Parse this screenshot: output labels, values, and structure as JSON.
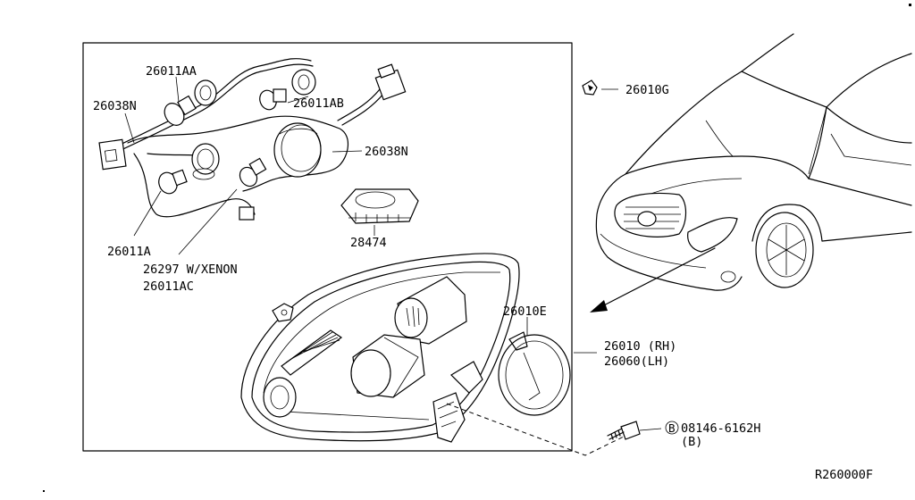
{
  "diagram": {
    "labels": {
      "p26011AA": "26011AA",
      "p26038N_a": "26038N",
      "p26011AB": "26011AB",
      "p26038N_b": "26038N",
      "p28474": "28474",
      "p26011A": "26011A",
      "p26297": "26297 W/XENON",
      "p26011AC": "26011AC",
      "p26010G": "26010G",
      "p26010E": "26010E",
      "p26010RH": "26010 (RH)",
      "p26060LH": "26060(LH)",
      "bolt_circle": "B",
      "bolt_part": "08146-6162H",
      "bolt_qty": "(B)",
      "ref_code": "R260000F"
    }
  }
}
